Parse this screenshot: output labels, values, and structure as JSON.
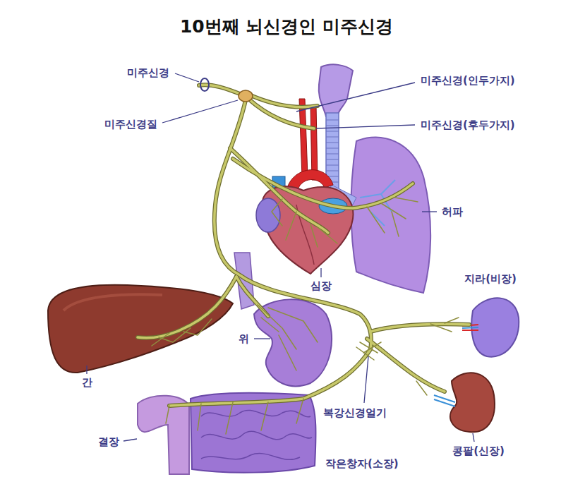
{
  "diagram": {
    "title": "10번째 뇌신경인 미주신경",
    "labels": [
      "미주신경",
      "미주신경질",
      "미주신경(인두가지)",
      "미주신경(후두가지)",
      "허파",
      "심장",
      "지라(비장)",
      "위",
      "간",
      "복강신경얼기",
      "콩팥(신장)",
      "결장",
      "작은창자(소장)"
    ]
  }
}
